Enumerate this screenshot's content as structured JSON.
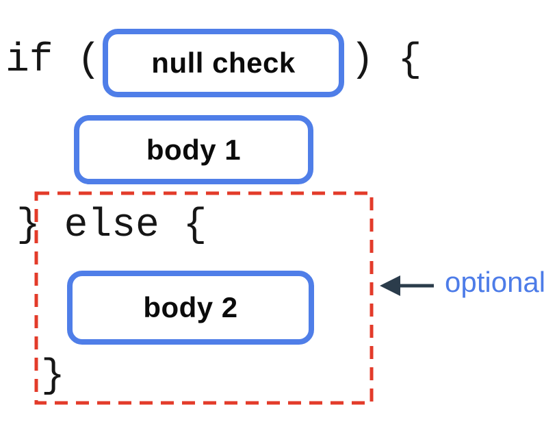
{
  "diagram": {
    "code": {
      "if_open": "if (",
      "if_close": ") {",
      "else_line": "} else {",
      "end_brace": "}"
    },
    "boxes": {
      "condition_label": "null check",
      "body1_label": "body 1",
      "body2_label": "body 2"
    },
    "annotation": {
      "label": "optional"
    },
    "colors": {
      "box_border": "#4f7ee8",
      "dashed_border": "#e33b2a",
      "arrow": "#2b3c4b",
      "annotation_text": "#4d7ce8",
      "code_text": "#161616",
      "label_text": "#0b0b0b",
      "background": "#ffffff"
    }
  }
}
